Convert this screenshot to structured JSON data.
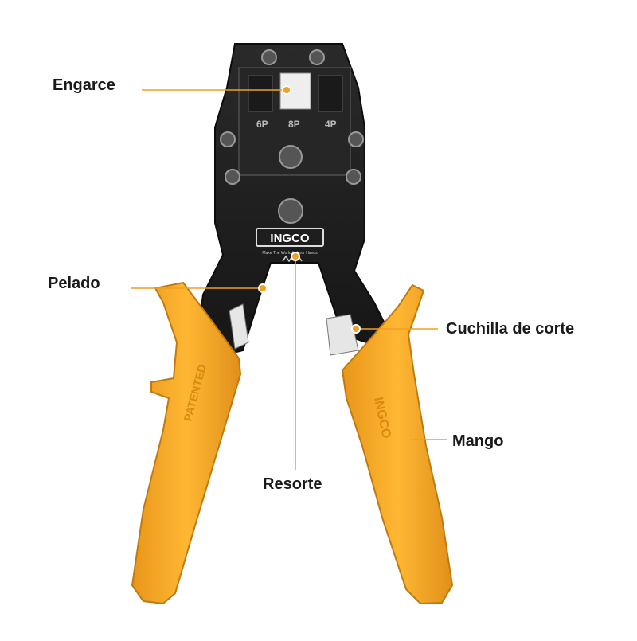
{
  "labels": {
    "engarce": "Engarce",
    "pelado": "Pelado",
    "cuchilla": "Cuchilla de corte",
    "mango": "Mango",
    "resorte": "Resorte"
  },
  "tool": {
    "brand": "INGCO",
    "slogan": "Make The World In Your Hands",
    "handle_mark": "PATENTED",
    "handle_logo": "INGCO",
    "die_marks": [
      "6P",
      "8P",
      "4P"
    ]
  },
  "colors": {
    "handle": "#F5A623",
    "handle_dark": "#D98A12",
    "metal": "#1e1e1e",
    "leader": "#F0A020",
    "marker": "#F0A020"
  }
}
